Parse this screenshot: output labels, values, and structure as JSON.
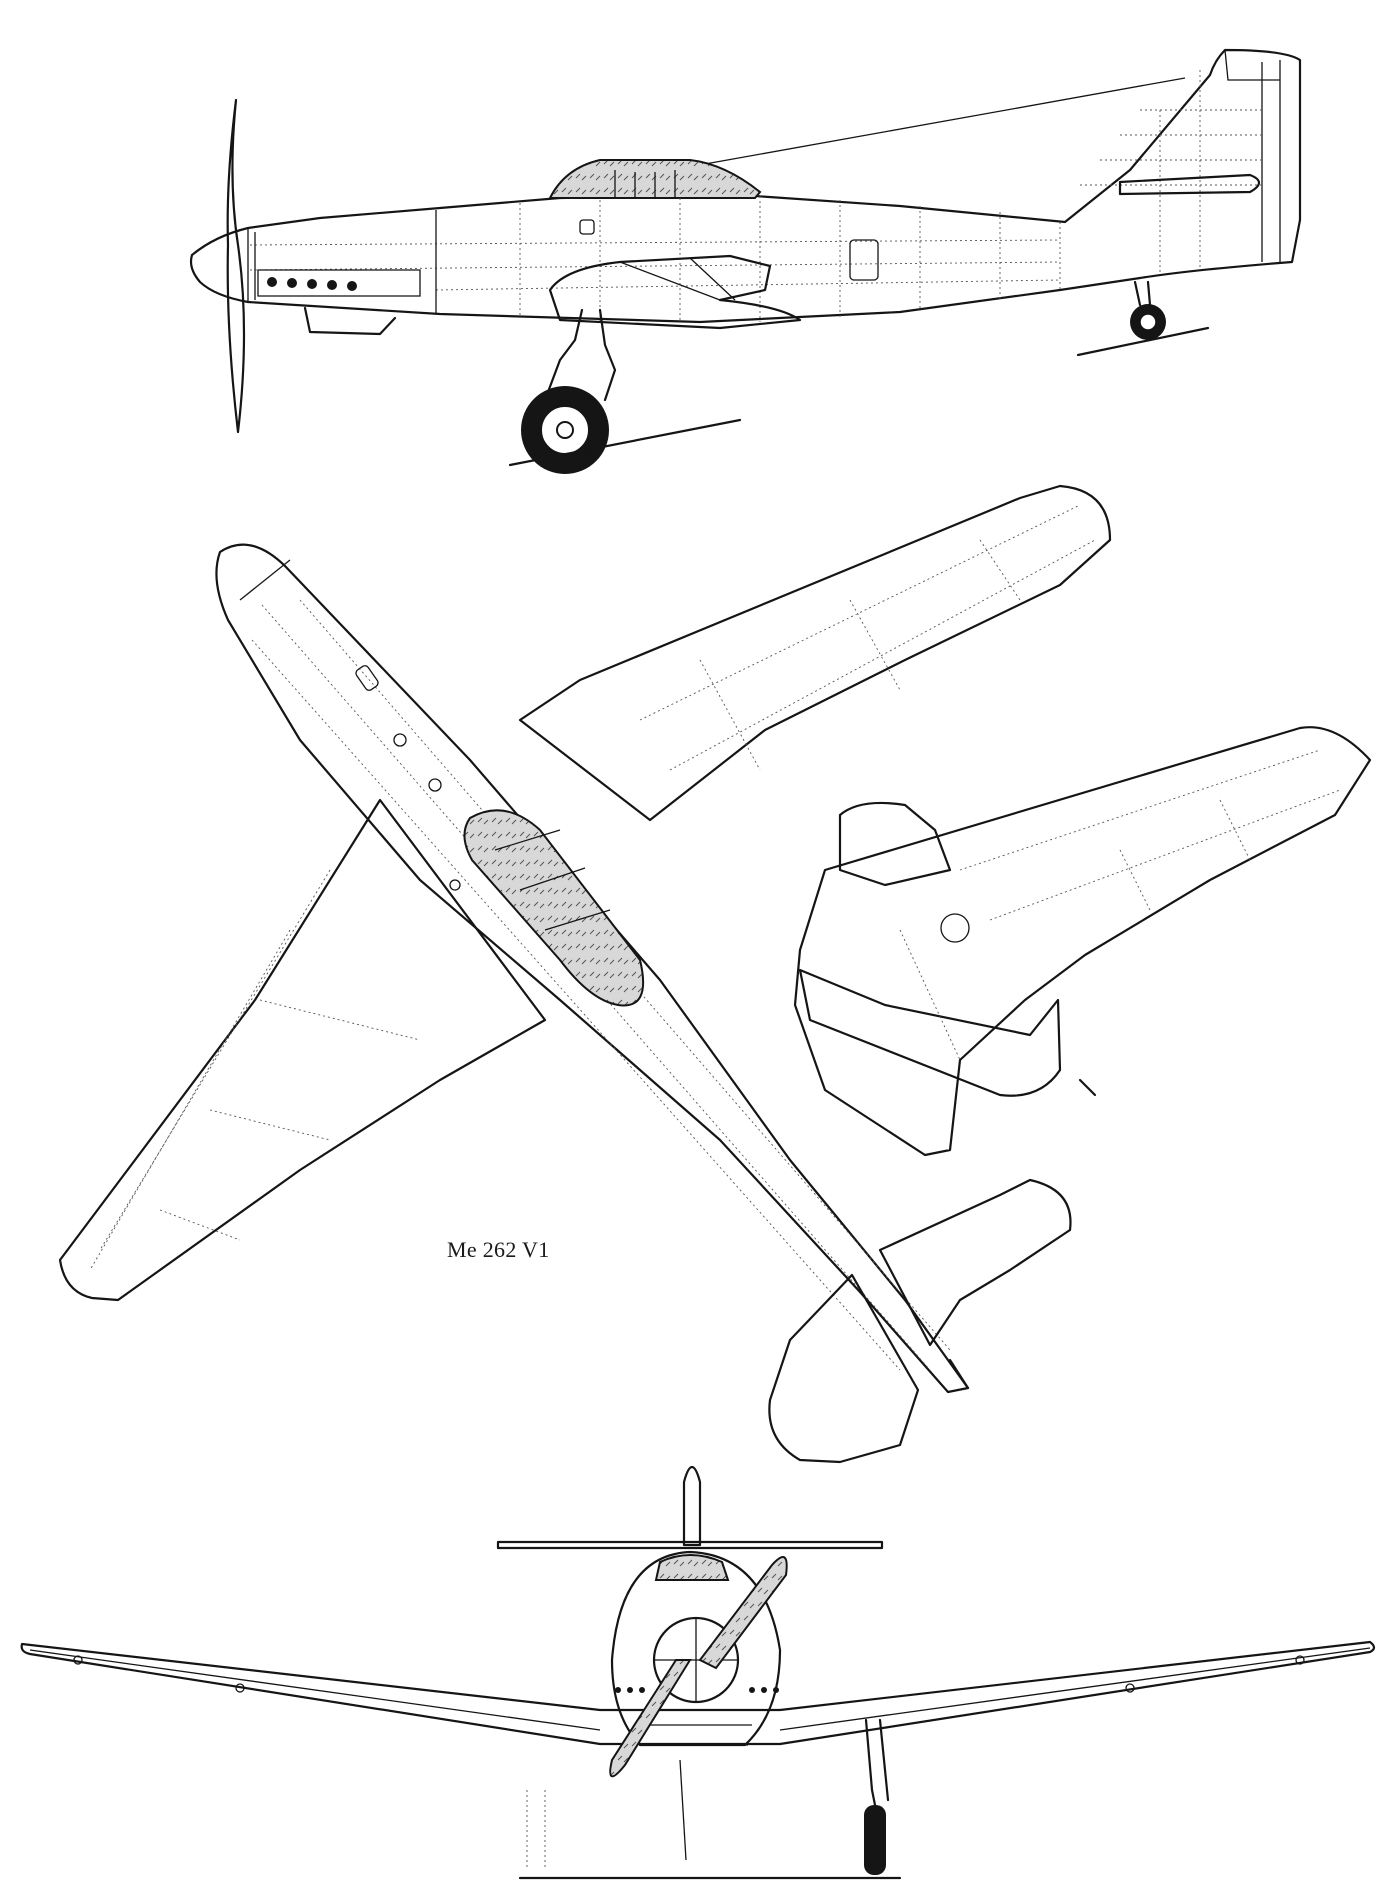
{
  "caption": "Me 262 V1",
  "views": [
    {
      "name": "side-view"
    },
    {
      "name": "top-view"
    },
    {
      "name": "front-view"
    }
  ],
  "colors": {
    "ink": "#151515",
    "paper": "#ffffff"
  }
}
